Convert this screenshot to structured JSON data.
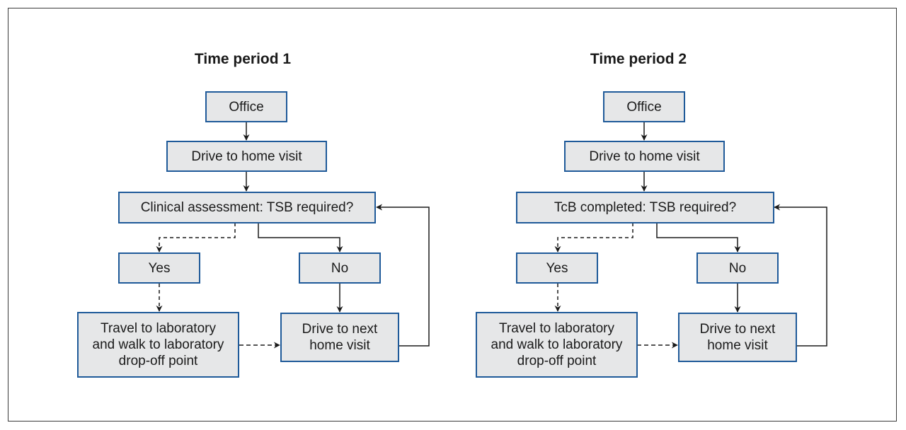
{
  "diagram": {
    "colors": {
      "box_fill": "#e6e7e8",
      "box_border": "#1f5a99",
      "line": "#1a1a1a"
    },
    "panels": [
      {
        "title": "Time period 1",
        "office": "Office",
        "drive": "Drive to home visit",
        "decision": "Clinical assessment: TSB required?",
        "yes": "Yes",
        "no": "No",
        "lab": "Travel to laboratory\nand walk to laboratory\ndrop-off point",
        "next": "Drive to next\nhome visit"
      },
      {
        "title": "Time period 2",
        "office": "Office",
        "drive": "Drive to home visit",
        "decision": "TcB completed: TSB required?",
        "yes": "Yes",
        "no": "No",
        "lab": "Travel to laboratory\nand walk to laboratory\ndrop-off point",
        "next": "Drive to next\nhome visit"
      }
    ]
  }
}
